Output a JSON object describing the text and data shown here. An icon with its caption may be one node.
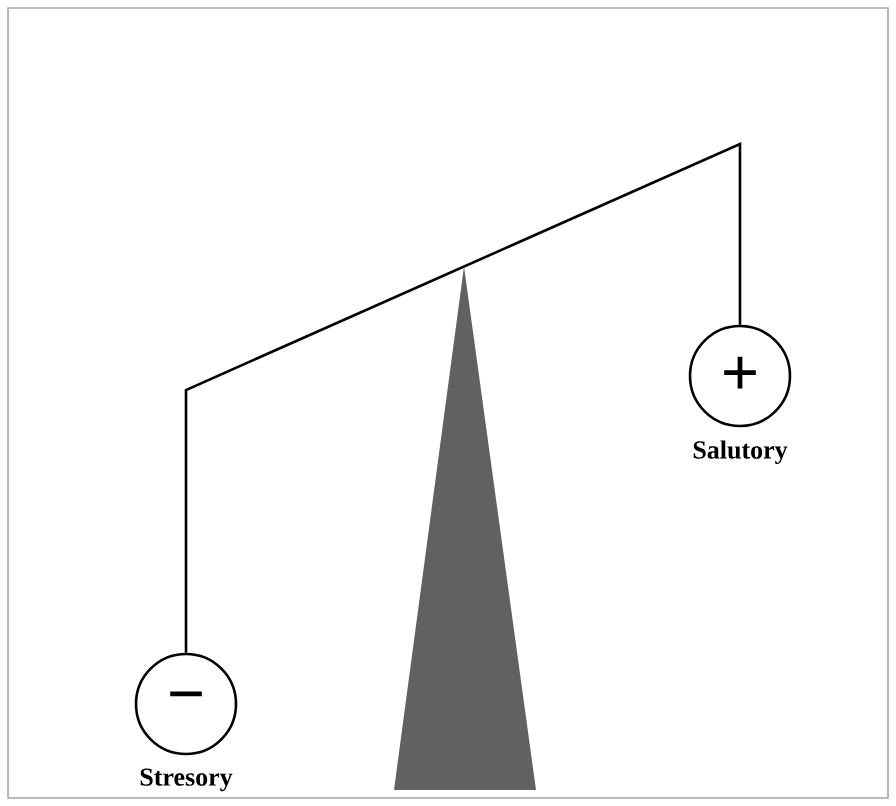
{
  "diagram": {
    "nodes": [
      {
        "text": [
          "−"
        ],
        "beside": [
          "Stresory"
        ]
      },
      {
        "text": [
          "+"
        ],
        "beside": [
          "Salutory"
        ]
      }
    ],
    "edges": [
      {
        "from": 0,
        "to": 1,
        "arrow": "none"
      }
    ]
  }
}
